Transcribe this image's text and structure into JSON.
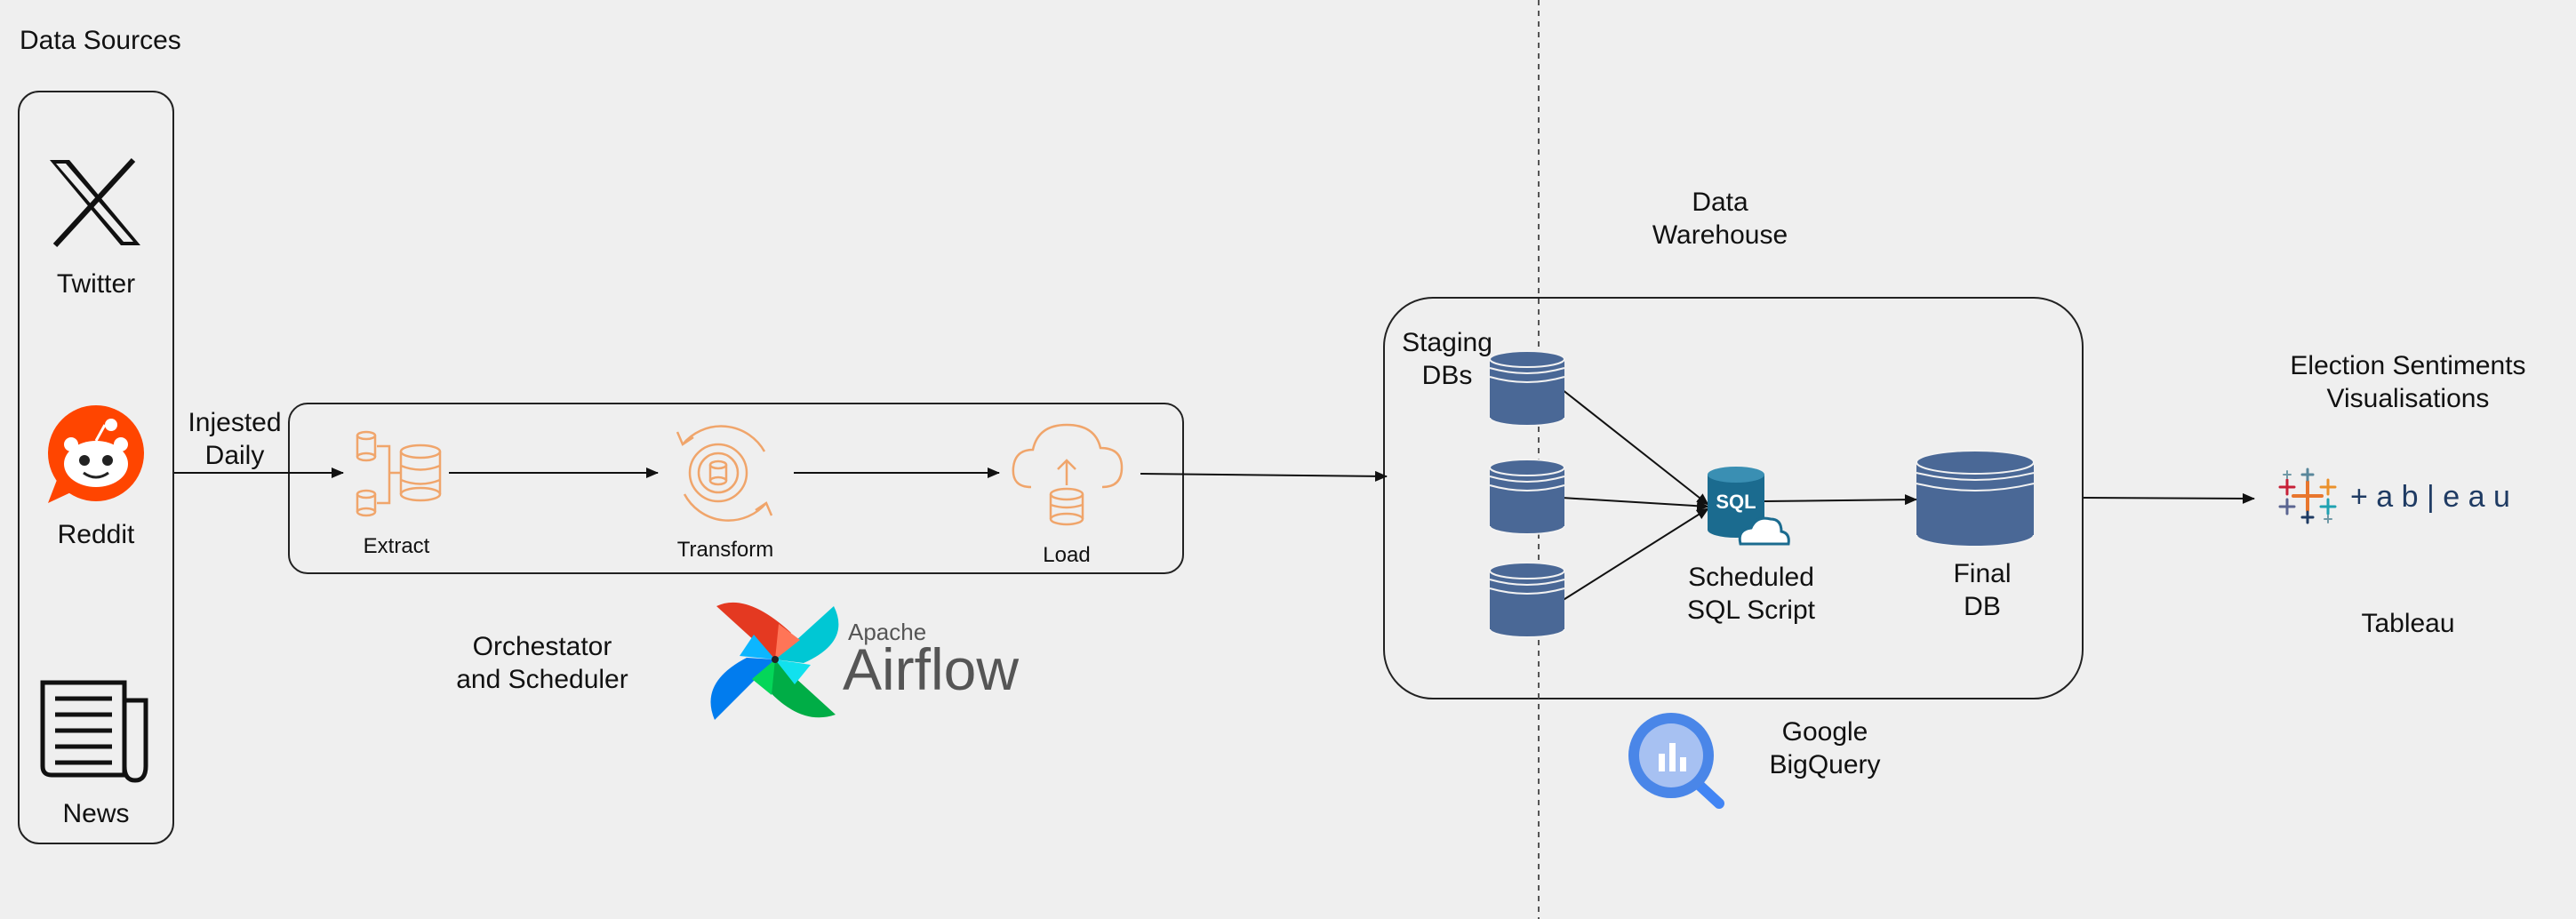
{
  "sources": {
    "title": "Data Sources",
    "twitter": "Twitter",
    "reddit": "Reddit",
    "news": "News"
  },
  "ingest": {
    "label": "Injested\nDaily"
  },
  "etl": {
    "extract": "Extract",
    "transform": "Transform",
    "load": "Load"
  },
  "orchestrator": {
    "label": "Orchestator\nand Scheduler",
    "logo_small": "Apache",
    "logo_big": "Airflow"
  },
  "warehouse": {
    "title": "Data\nWarehouse",
    "staging": "Staging\nDBs",
    "script": "Scheduled\nSQL Script",
    "sql_badge": "SQL",
    "final": "Final\nDB",
    "provider": "Google\nBigQuery"
  },
  "viz": {
    "title": "Election Sentiments\nVisualisations",
    "logo_text": "+ a b | e a u",
    "tool": "Tableau"
  },
  "colors": {
    "background": "#efefef",
    "db_blue": "#4a6896",
    "etl_orange": "#f0a56b",
    "sql_teal": "#1b6b8f",
    "tableau_navy": "#1f3b63"
  }
}
